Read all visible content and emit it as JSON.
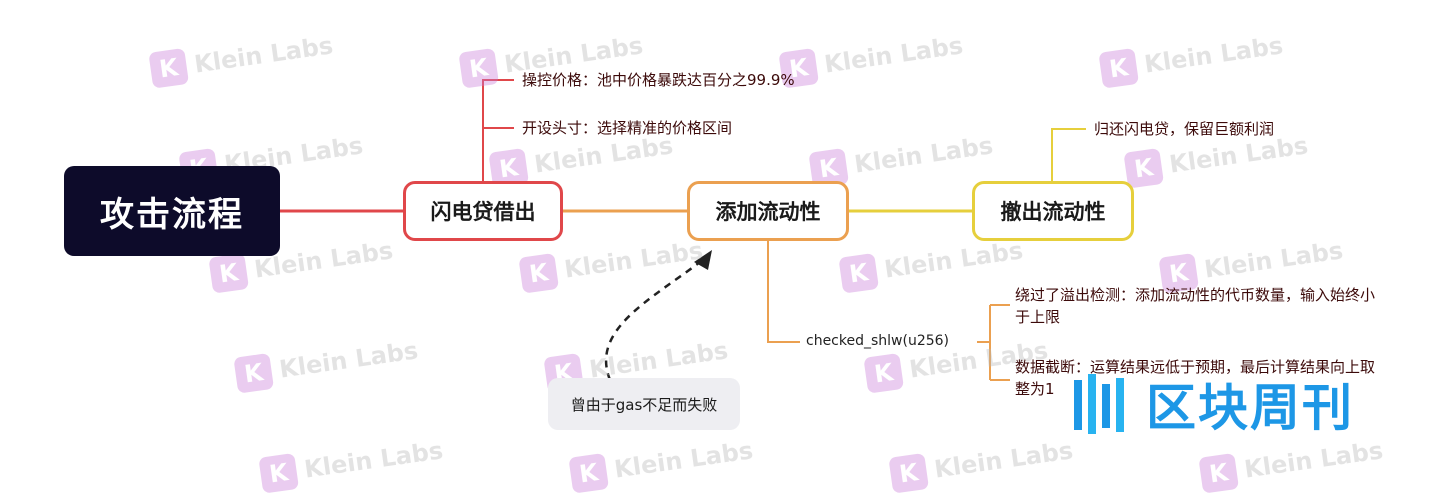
{
  "diagram": {
    "root": "攻击流程",
    "steps": [
      "闪电贷借出",
      "添加流动性",
      "撤出流动性"
    ],
    "step1_branches": [
      "操控价格：池中价格暴跌达百分之99.9%",
      "开设头寸：选择精准的价格区间"
    ],
    "step3_branch": "归还闪电贷，保留巨额利润",
    "function_name": "checked_shlw(u256)",
    "function_branches": [
      "绕过了溢出检测：添加流动性的代币数量，输入始终小于上限",
      "数据截断：运算结果远低于预期，最后计算结果向上取整为1"
    ],
    "failed_note": "曾由于gas不足而失败"
  },
  "watermark": {
    "glyph": "K",
    "text": "Klein Labs"
  },
  "brand": {
    "text": "区块周刊"
  },
  "colors": {
    "root_bg": "#0d0b2a",
    "red": "#e0474a",
    "orange": "#eba050",
    "yellow": "#e6cf3c",
    "brand": "#1d97e6",
    "watermark": "#c97ad8"
  }
}
